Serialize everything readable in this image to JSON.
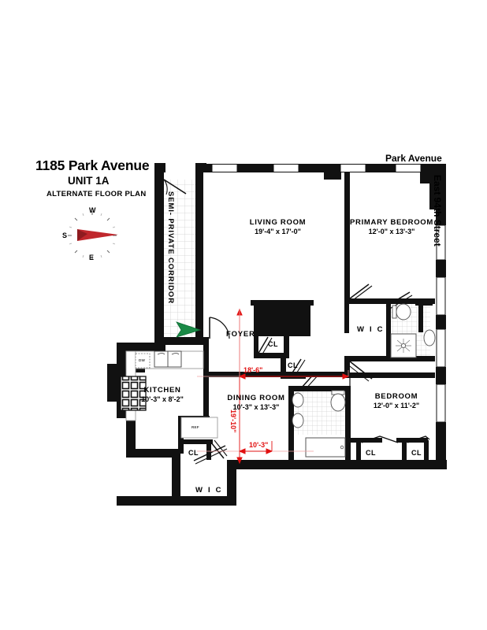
{
  "header": {
    "title": "1185 Park Avenue",
    "unit": "UNIT 1A",
    "subtitle": "ALTERNATE FLOOR PLAN"
  },
  "streets": {
    "top": "Park Avenue",
    "right": "East 94th Street"
  },
  "compass": {
    "west": "W",
    "south": "S",
    "east": "E",
    "needle_color": "#c0272d"
  },
  "corridor": {
    "label": "SEMI- PRIVATE CORRIDOR"
  },
  "entry": {
    "arrow_color": "#1a8a46"
  },
  "rooms": [
    {
      "name": "LIVING ROOM",
      "dimensions": "19'-4\" x 17'-0\""
    },
    {
      "name": "PRIMARY BEDROOM",
      "dimensions": "12'-0\" x 13'-3\""
    },
    {
      "name": "BEDROOM",
      "dimensions": "12'-0\" x 11'-2\""
    },
    {
      "name": "KITCHEN",
      "dimensions": "10'-3\" x 8'-2\""
    },
    {
      "name": "DINING ROOM",
      "dimensions": "10'-3\" x 13'-3\""
    }
  ],
  "foyer": {
    "label": "FOYER"
  },
  "closets": [
    {
      "label": "CL"
    },
    {
      "label": "CL"
    },
    {
      "label": "CL"
    },
    {
      "label": "CL"
    },
    {
      "label": "CL"
    },
    {
      "label": "CL"
    }
  ],
  "walk_in_closets": [
    {
      "label": "W I C"
    },
    {
      "label": "W I C"
    }
  ],
  "appliances": [
    {
      "label": "DW"
    },
    {
      "label": "REF"
    }
  ],
  "dimension_lines": [
    {
      "label": "18'-6\"",
      "orientation": "horizontal"
    },
    {
      "label": "19'-10\"",
      "orientation": "vertical"
    },
    {
      "label": "10'-3\"",
      "orientation": "horizontal"
    }
  ],
  "colors": {
    "wall": "#111111",
    "dimension": "#e11010",
    "tile": "#cfcfcf",
    "fixture_outline": "#5a5a5a"
  }
}
